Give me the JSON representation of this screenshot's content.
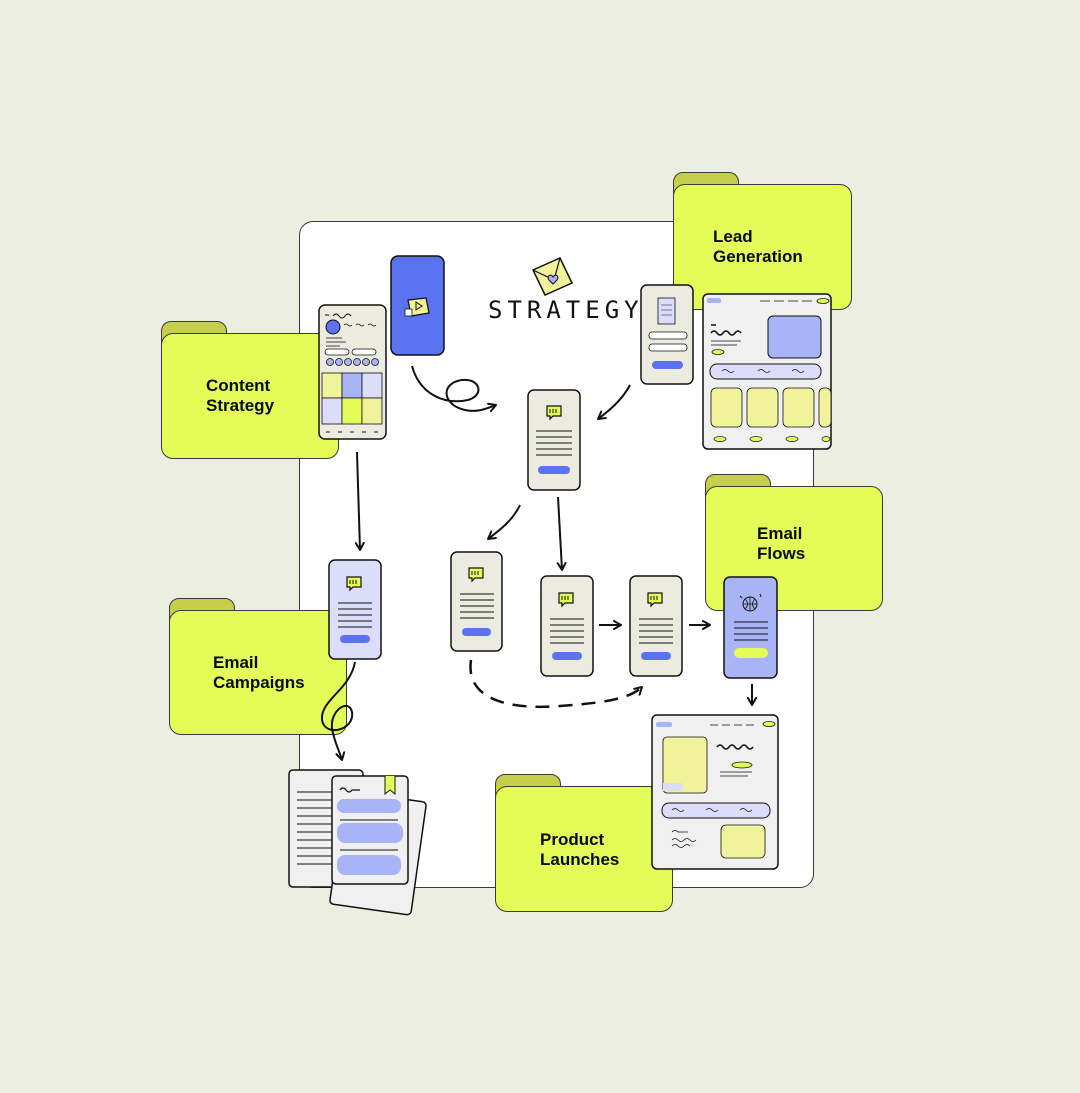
{
  "diagram": {
    "title": "STRATEGY",
    "folders": [
      {
        "id": "content-strategy",
        "label": "Content\nStrategy"
      },
      {
        "id": "lead-generation",
        "label": "Lead\nGeneration"
      },
      {
        "id": "email-flows",
        "label": "Email\nFlows"
      },
      {
        "id": "email-campaigns",
        "label": "Email\nCampaigns"
      },
      {
        "id": "product-launches",
        "label": "Product\nLaunches"
      }
    ]
  },
  "colors": {
    "background": "#eceee1",
    "folder_fill": "#e3fc58",
    "folder_tab": "#c5cf4a",
    "accent_blue": "#5b73f0",
    "accent_lavender": "#a9b4f7",
    "pale_lavender": "#dcdcfb",
    "phone_fill": "#ebebdf",
    "ink": "#111111"
  }
}
